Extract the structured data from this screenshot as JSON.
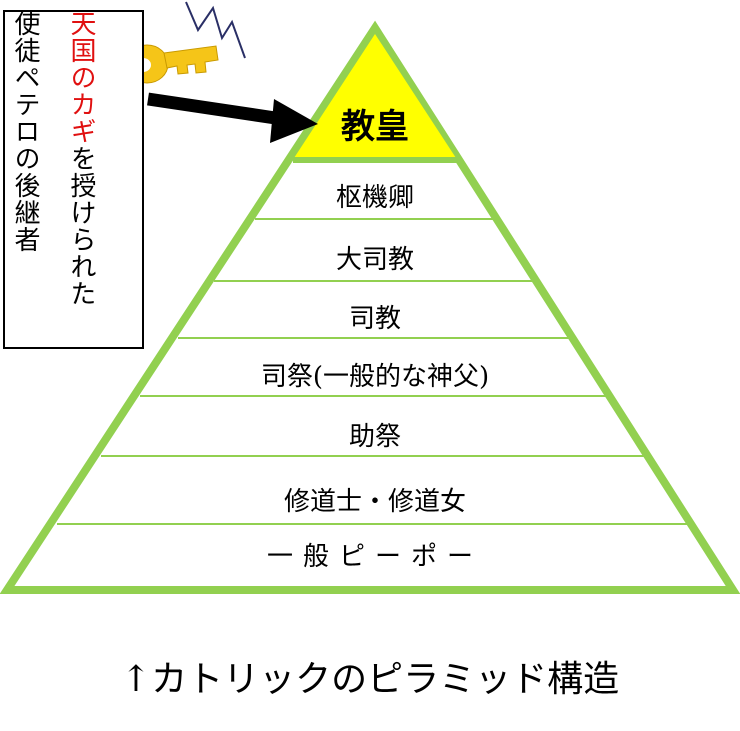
{
  "pyramid": {
    "apex": "教皇",
    "tiers": [
      "枢機卿",
      "大司教",
      "司教",
      "司祭(一般的な神父)",
      "助祭",
      "修道士・修道女",
      "一般ピーポー"
    ]
  },
  "note": {
    "line1_red": "天国のカギ",
    "line1_black": "を授けられた",
    "line2": "使徒ペテロの後継者"
  },
  "caption": "↑カトリックのピラミッド構造",
  "colors": {
    "pyramid_stroke": "#92d050",
    "apex_fill": "#ffff00",
    "key": "#f5c518",
    "note_red": "#e01010"
  },
  "icons": [
    "key-icon",
    "arrow-icon",
    "sparkle-icon"
  ]
}
